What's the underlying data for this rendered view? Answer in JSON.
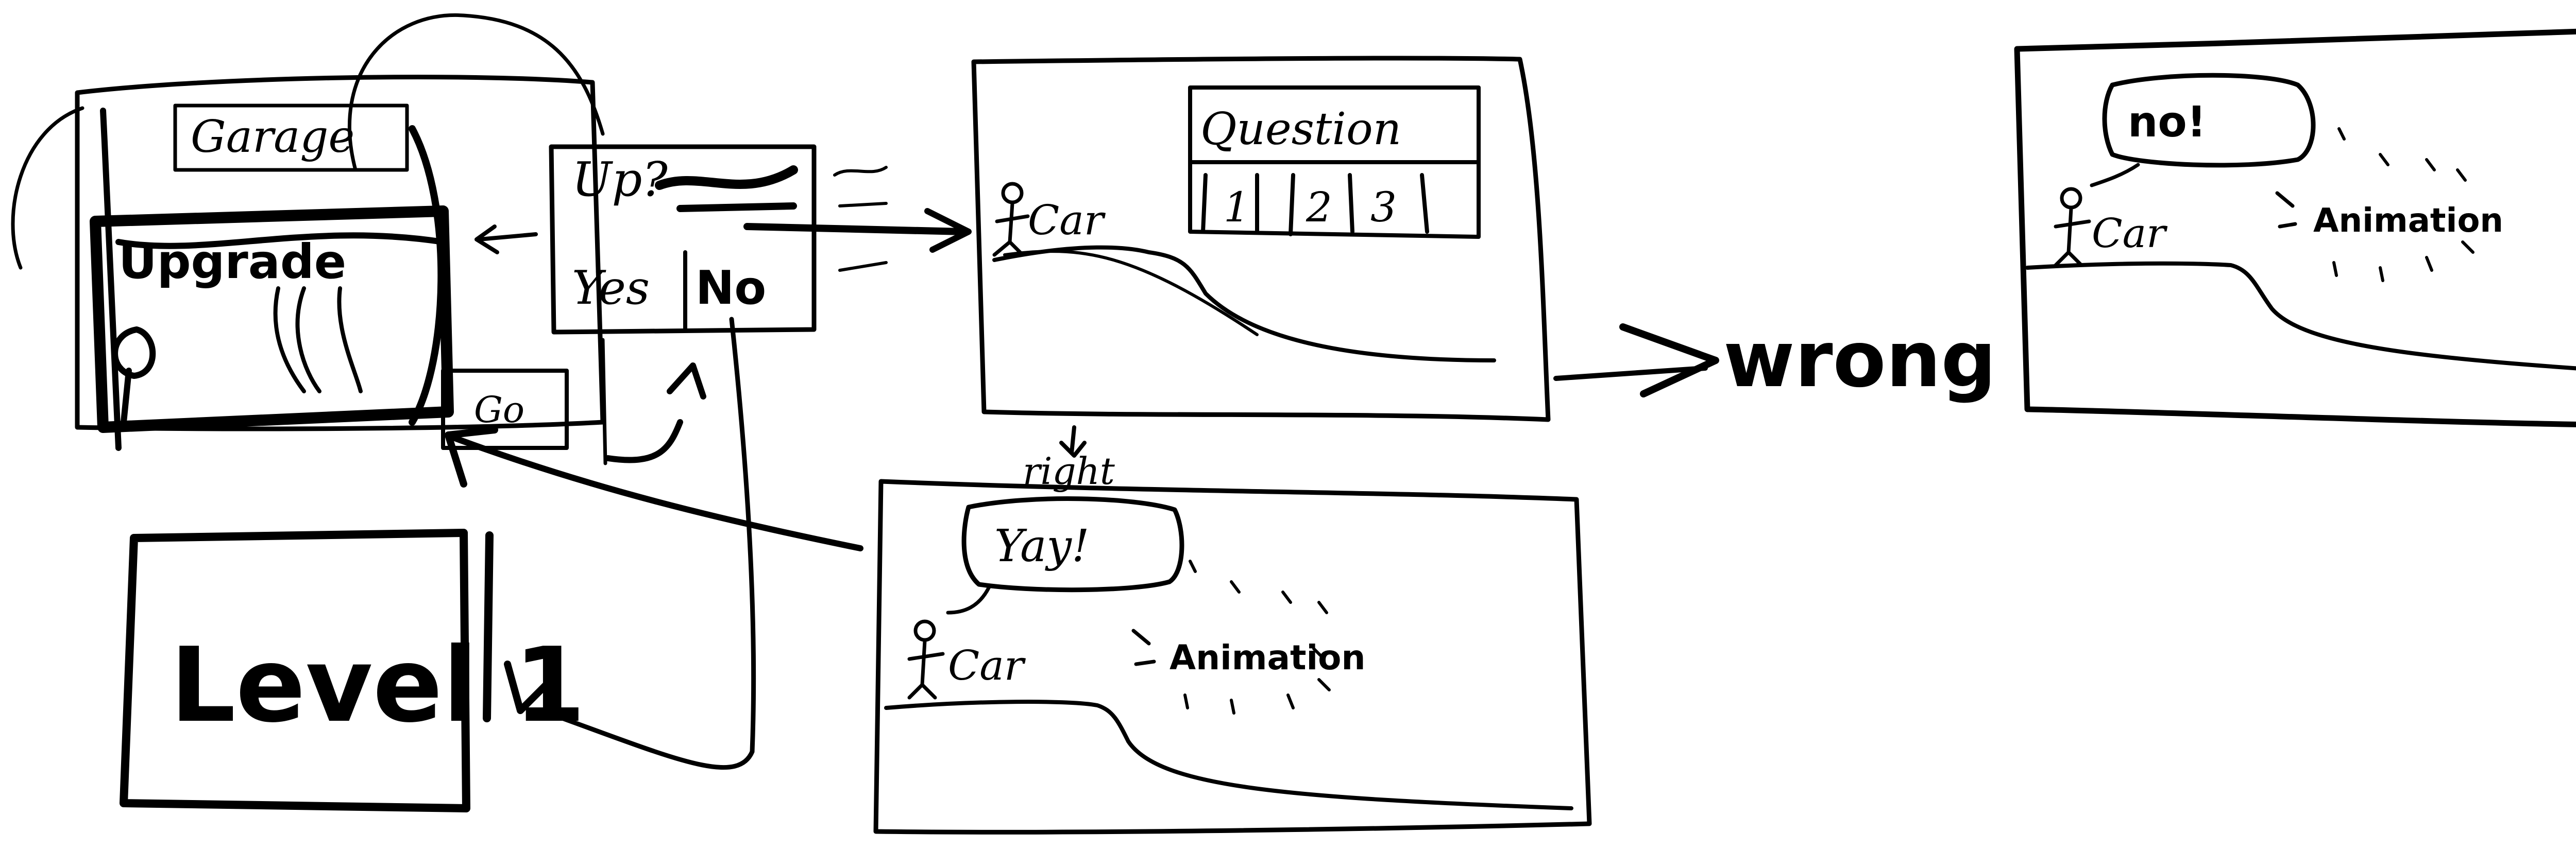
{
  "sketch": {
    "garage": {
      "label": "Garage",
      "upgrade_label": "Upgrade",
      "go_label": "Go"
    },
    "popup": {
      "question": "Up?",
      "yes": "Yes",
      "no": "No"
    },
    "level_label": "Level 1",
    "question_screen": {
      "title": "Question",
      "options": [
        "1",
        "2",
        "3"
      ],
      "car_label": "Car"
    },
    "right_screen": {
      "arrow_label": "right",
      "speech": "Yay!",
      "car_label": "Car",
      "animation_label": "Animation"
    },
    "wrong_screen": {
      "arrow_label": "wrong",
      "speech": "no!",
      "car_label": "Car",
      "animation_label": "Animation"
    }
  }
}
